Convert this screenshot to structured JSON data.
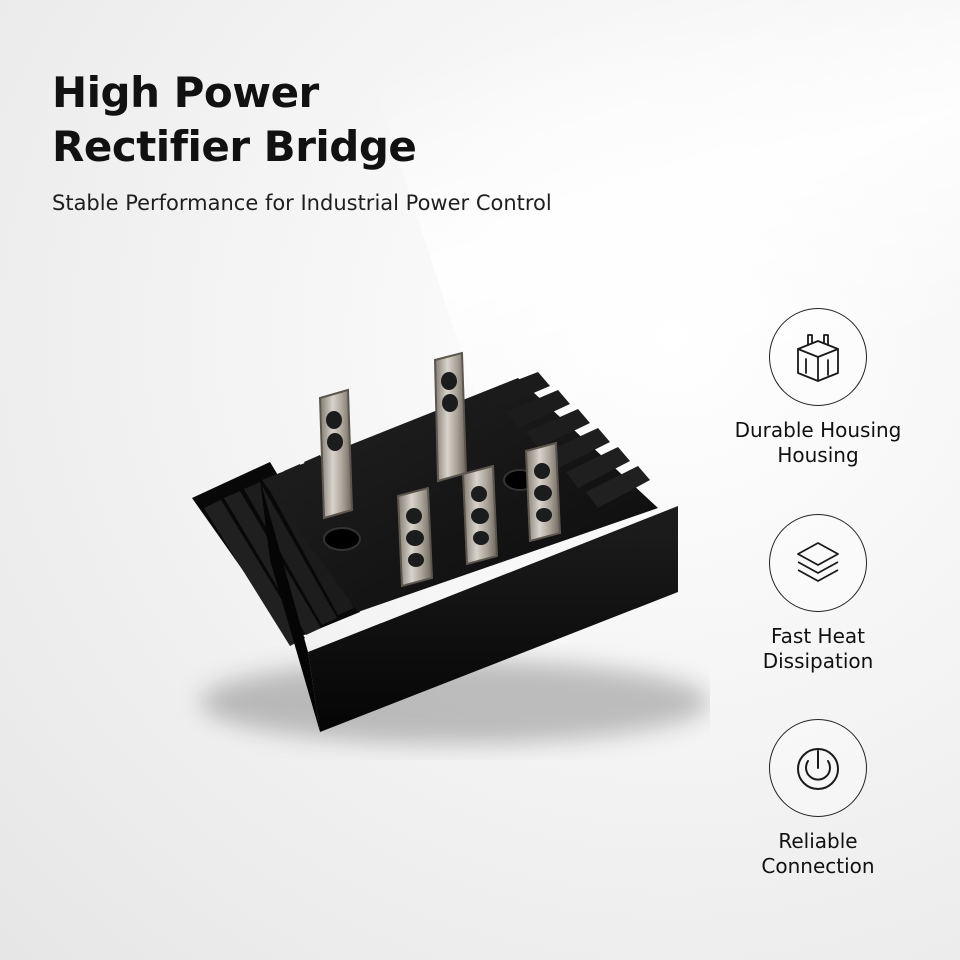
{
  "headline": {
    "line1": "High Power",
    "line2": "Rectifier Bridge"
  },
  "subtitle": "Stable Performance for Industrial Power Control",
  "features": [
    {
      "icon": "box-icon",
      "line1": "Durable Housing",
      "line2": "Housing"
    },
    {
      "icon": "layers-icon",
      "line1": "Fast Heat",
      "line2": "Dissipation"
    },
    {
      "icon": "power-icon",
      "line1": "Reliable",
      "line2": "Connection"
    }
  ],
  "colors": {
    "text": "#111111",
    "heatsink": "#0d0d0d",
    "terminal": "#b8b1a7",
    "background": "#f2f2f2"
  }
}
